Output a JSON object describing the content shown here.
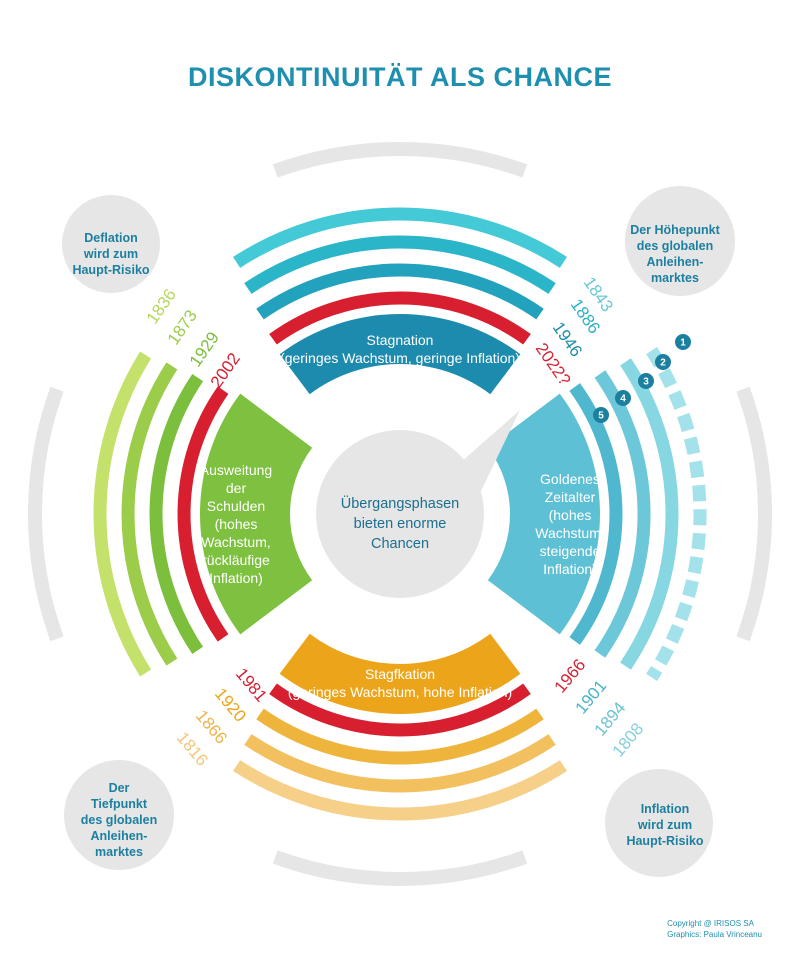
{
  "title": "DISKONTINUITÄT ALS CHANCE",
  "center": [
    "Übergangsphasen",
    "bieten enorme",
    "Chancen"
  ],
  "corners": {
    "top_left": [
      "Deflation",
      "wird zum",
      "Haupt-Risiko"
    ],
    "top_right": [
      "Der Höhepunkt",
      "des globalen",
      "Anleihen-",
      "marktes"
    ],
    "bottom_left": [
      "Der",
      "Tiefpunkt",
      "des globalen",
      "Anleihen-",
      "marktes"
    ],
    "bottom_right": [
      "Inflation",
      "wird zum",
      "Haupt-Risiko"
    ]
  },
  "segments": {
    "top": [
      "Stagnation",
      "(geringes Wachstum, geringe Inflation)"
    ],
    "bottom": [
      "Stagfkation",
      "(geringes Wachstum, hohe Inflation)"
    ],
    "left": [
      "Ausweitung",
      "der",
      "Schulden",
      "(hohes",
      "Wachstum,",
      "rückläufige",
      "Inflation)"
    ],
    "right": [
      "Goldenes",
      "Zeitalter",
      "(hohes",
      "Wachstum,",
      "steigende",
      "Inflation)"
    ]
  },
  "years": {
    "top_right": [
      "1843",
      "1886",
      "1946",
      "2022?"
    ],
    "left_top": [
      "1836",
      "1873",
      "1929",
      "2002"
    ],
    "bottom_left": [
      "1981",
      "1920",
      "1866",
      "1816"
    ],
    "bottom_right": [
      "1966",
      "1901",
      "1894",
      "1808"
    ]
  },
  "badges": [
    "1",
    "2",
    "3",
    "4",
    "5"
  ],
  "copyright": [
    "Copyright  @ IRISOS SA",
    "Graphics: Paula Vrinceanu"
  ],
  "colors": {
    "title": "#1f8fb0",
    "teal_band": "#2ab5c8",
    "teal_dark": "#1a9ab5",
    "stagnation": "#1d8bad",
    "green_dark": "#7bbf3d",
    "green_mid": "#9ccd4a",
    "green_light": "#c3e16b",
    "red": "#d71f30",
    "orange": "#eca51a",
    "orange_light": "#f3c060",
    "cyan": "#5ec0d4",
    "cyan_light": "#86d7e2",
    "grey": "#e6e6e6"
  }
}
